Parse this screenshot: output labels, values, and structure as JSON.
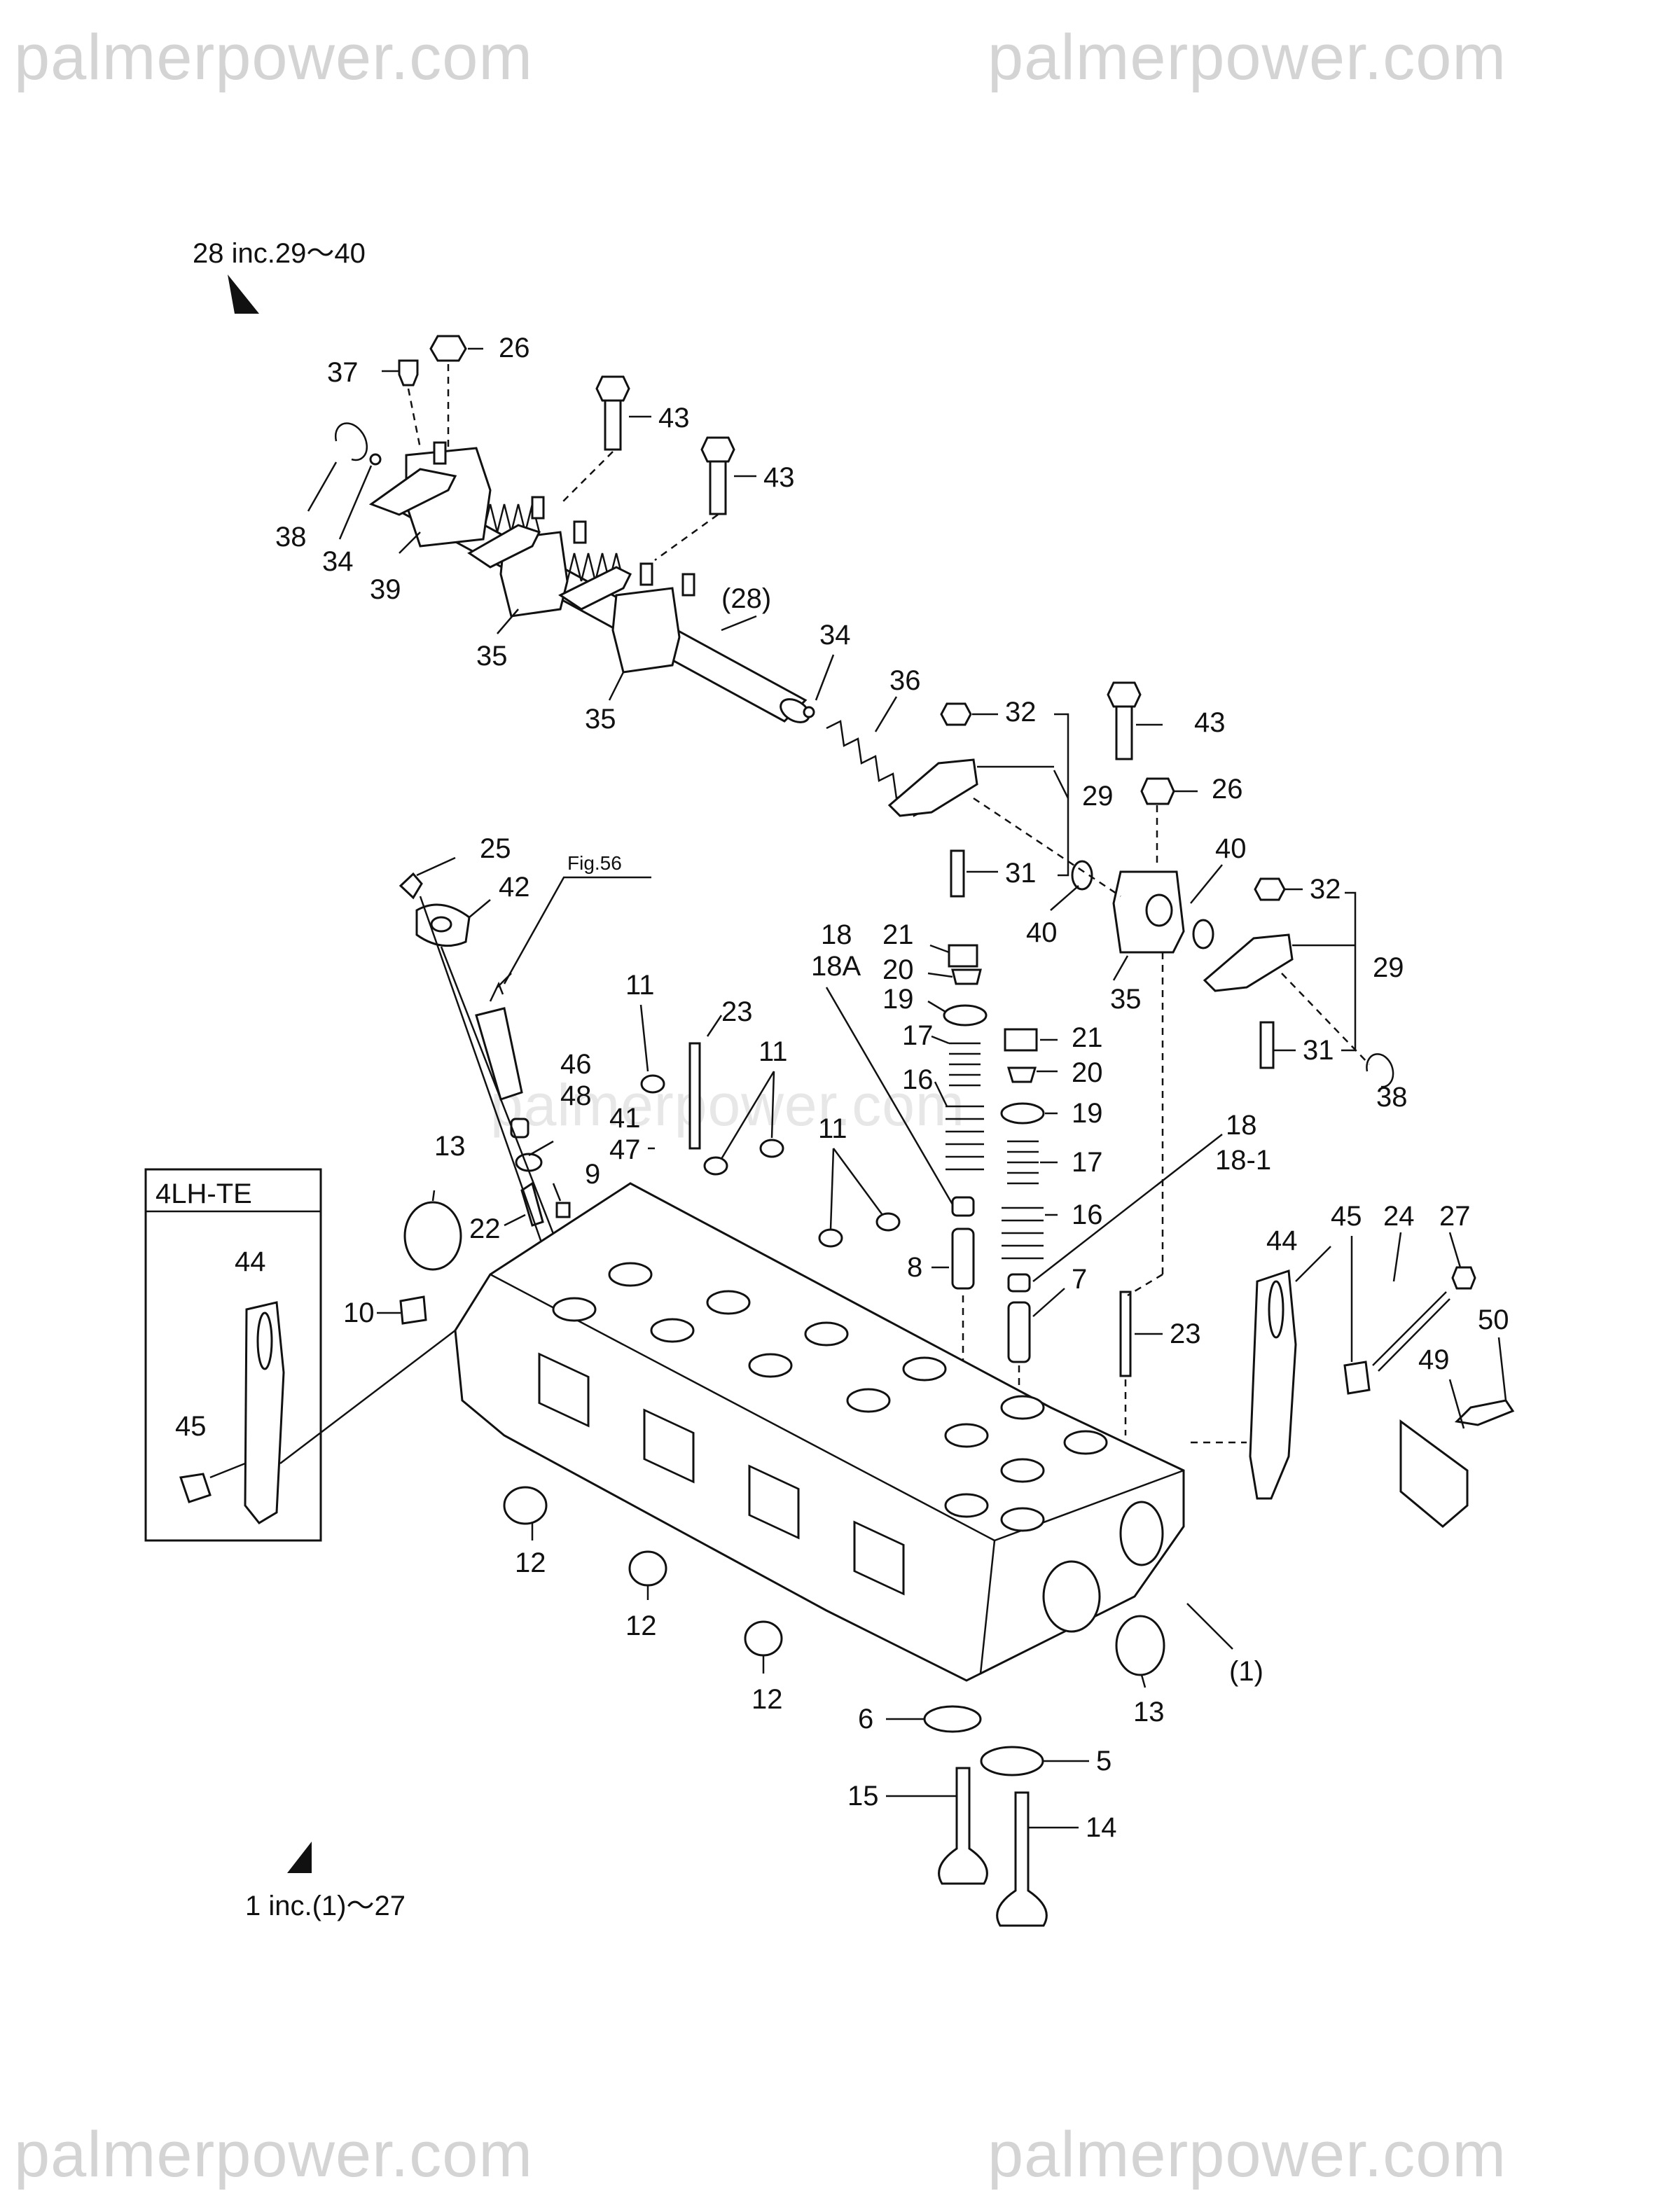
{
  "watermarks": {
    "top_left": "palmerpower.com",
    "top_right": "palmerpower.com",
    "center": "palmerpower.com",
    "bottom_left": "palmerpower.com",
    "bottom_right": "palmerpower.com"
  },
  "notes": {
    "assembly_28": "28 inc.29～40",
    "assembly_1": "1 inc.(1)～27",
    "fig_ref": "Fig.56",
    "inset_title": "4LH-TE"
  },
  "callouts": {
    "c37": "37",
    "c26a": "26",
    "c43a": "43",
    "c43b": "43",
    "c38a": "38",
    "c34a": "34",
    "c39": "39",
    "c35a": "35",
    "c35b": "35",
    "c28p": "(28)",
    "c34b": "34",
    "c36": "36",
    "c32a": "32",
    "c29a": "29",
    "c31a": "31",
    "c40a": "40",
    "c43c": "43",
    "c26b": "26",
    "c40b": "40",
    "c35c": "35",
    "c32b": "32",
    "c29b": "29",
    "c31b": "31",
    "c38b": "38",
    "c25": "25",
    "c42": "42",
    "c18a": "18",
    "c18A": "18A",
    "c21a": "21",
    "c20a": "20",
    "c19a": "19",
    "c17a": "17",
    "c16a": "16",
    "c21b": "21",
    "c20b": "20",
    "c19b": "19",
    "c18b": "18",
    "c181": "18-1",
    "c17b": "17",
    "c16b": "16",
    "c7": "7",
    "c8": "8",
    "c11a": "11",
    "c23a": "23",
    "c11b": "11",
    "c11c": "11",
    "c46": "46",
    "c48": "48",
    "c41": "41",
    "c47": "47",
    "c9": "9",
    "c13a": "13",
    "c22": "22",
    "c10": "10",
    "c44a": "44",
    "c45a": "45",
    "c44b": "44",
    "c45b": "45",
    "c24": "24",
    "c27": "27",
    "c50": "50",
    "c49": "49",
    "c23b": "23",
    "c12a": "12",
    "c12b": "12",
    "c12c": "12",
    "c1p": "(1)",
    "c13b": "13",
    "c6": "6",
    "c5": "5",
    "c15": "15",
    "c14": "14"
  }
}
